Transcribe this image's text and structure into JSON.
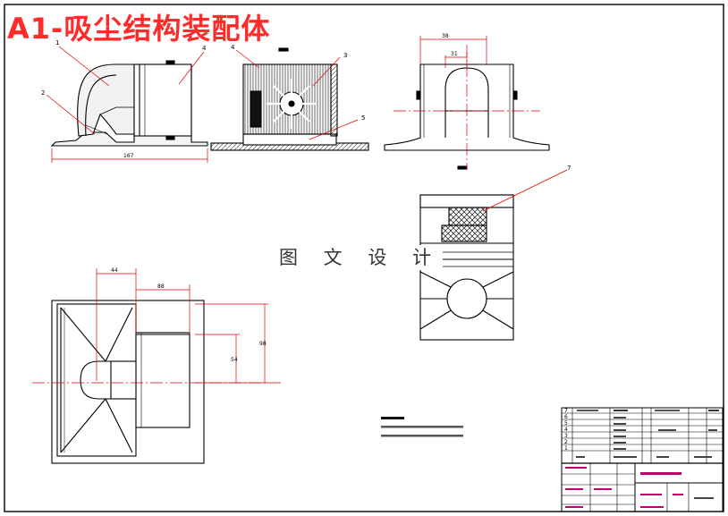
{
  "header": {
    "title": "A1-吸尘结构装配体"
  },
  "watermark": "图 文 设 计",
  "balloons": [
    "1",
    "2",
    "4",
    "3",
    "5",
    "7"
  ],
  "dimensions": {
    "front_width": "167",
    "side_width": "38",
    "side_neck": "31",
    "plan_a": "44",
    "plan_b": "88",
    "plan_c": "98",
    "plan_d": "54"
  },
  "title_block": {
    "row_numbers": [
      "7",
      "6",
      "5",
      "4",
      "3",
      "2",
      "1"
    ]
  }
}
